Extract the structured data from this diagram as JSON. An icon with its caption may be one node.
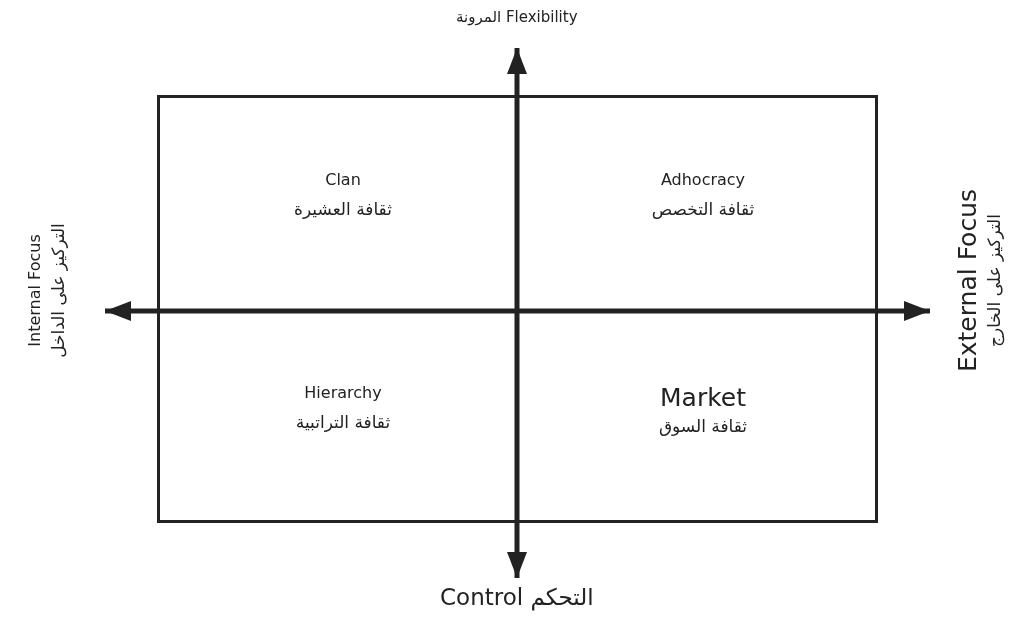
{
  "diagram": {
    "nodes": [
      {
        "text": [],
        "shape": "box"
      },
      {
        "text": [
          "Clan",
          "ثقافة العشيرة"
        ],
        "in": 0
      },
      {
        "text": [
          "Adhocracy",
          "ثقافة التخصص"
        ],
        "in": 0
      },
      {
        "text": [
          "Hierarchy",
          "ثقافة التراتبية"
        ],
        "in": 0
      },
      {
        "text": [
          "Market",
          "ثقافة  السوق"
        ],
        "in": 0
      }
    ],
    "labels": [
      "المرونة Flexibility",
      "Internal Focus",
      "التركيز على الداخل",
      "External Focus",
      "التركيز على الخارج",
      "Control التحكم"
    ]
  }
}
